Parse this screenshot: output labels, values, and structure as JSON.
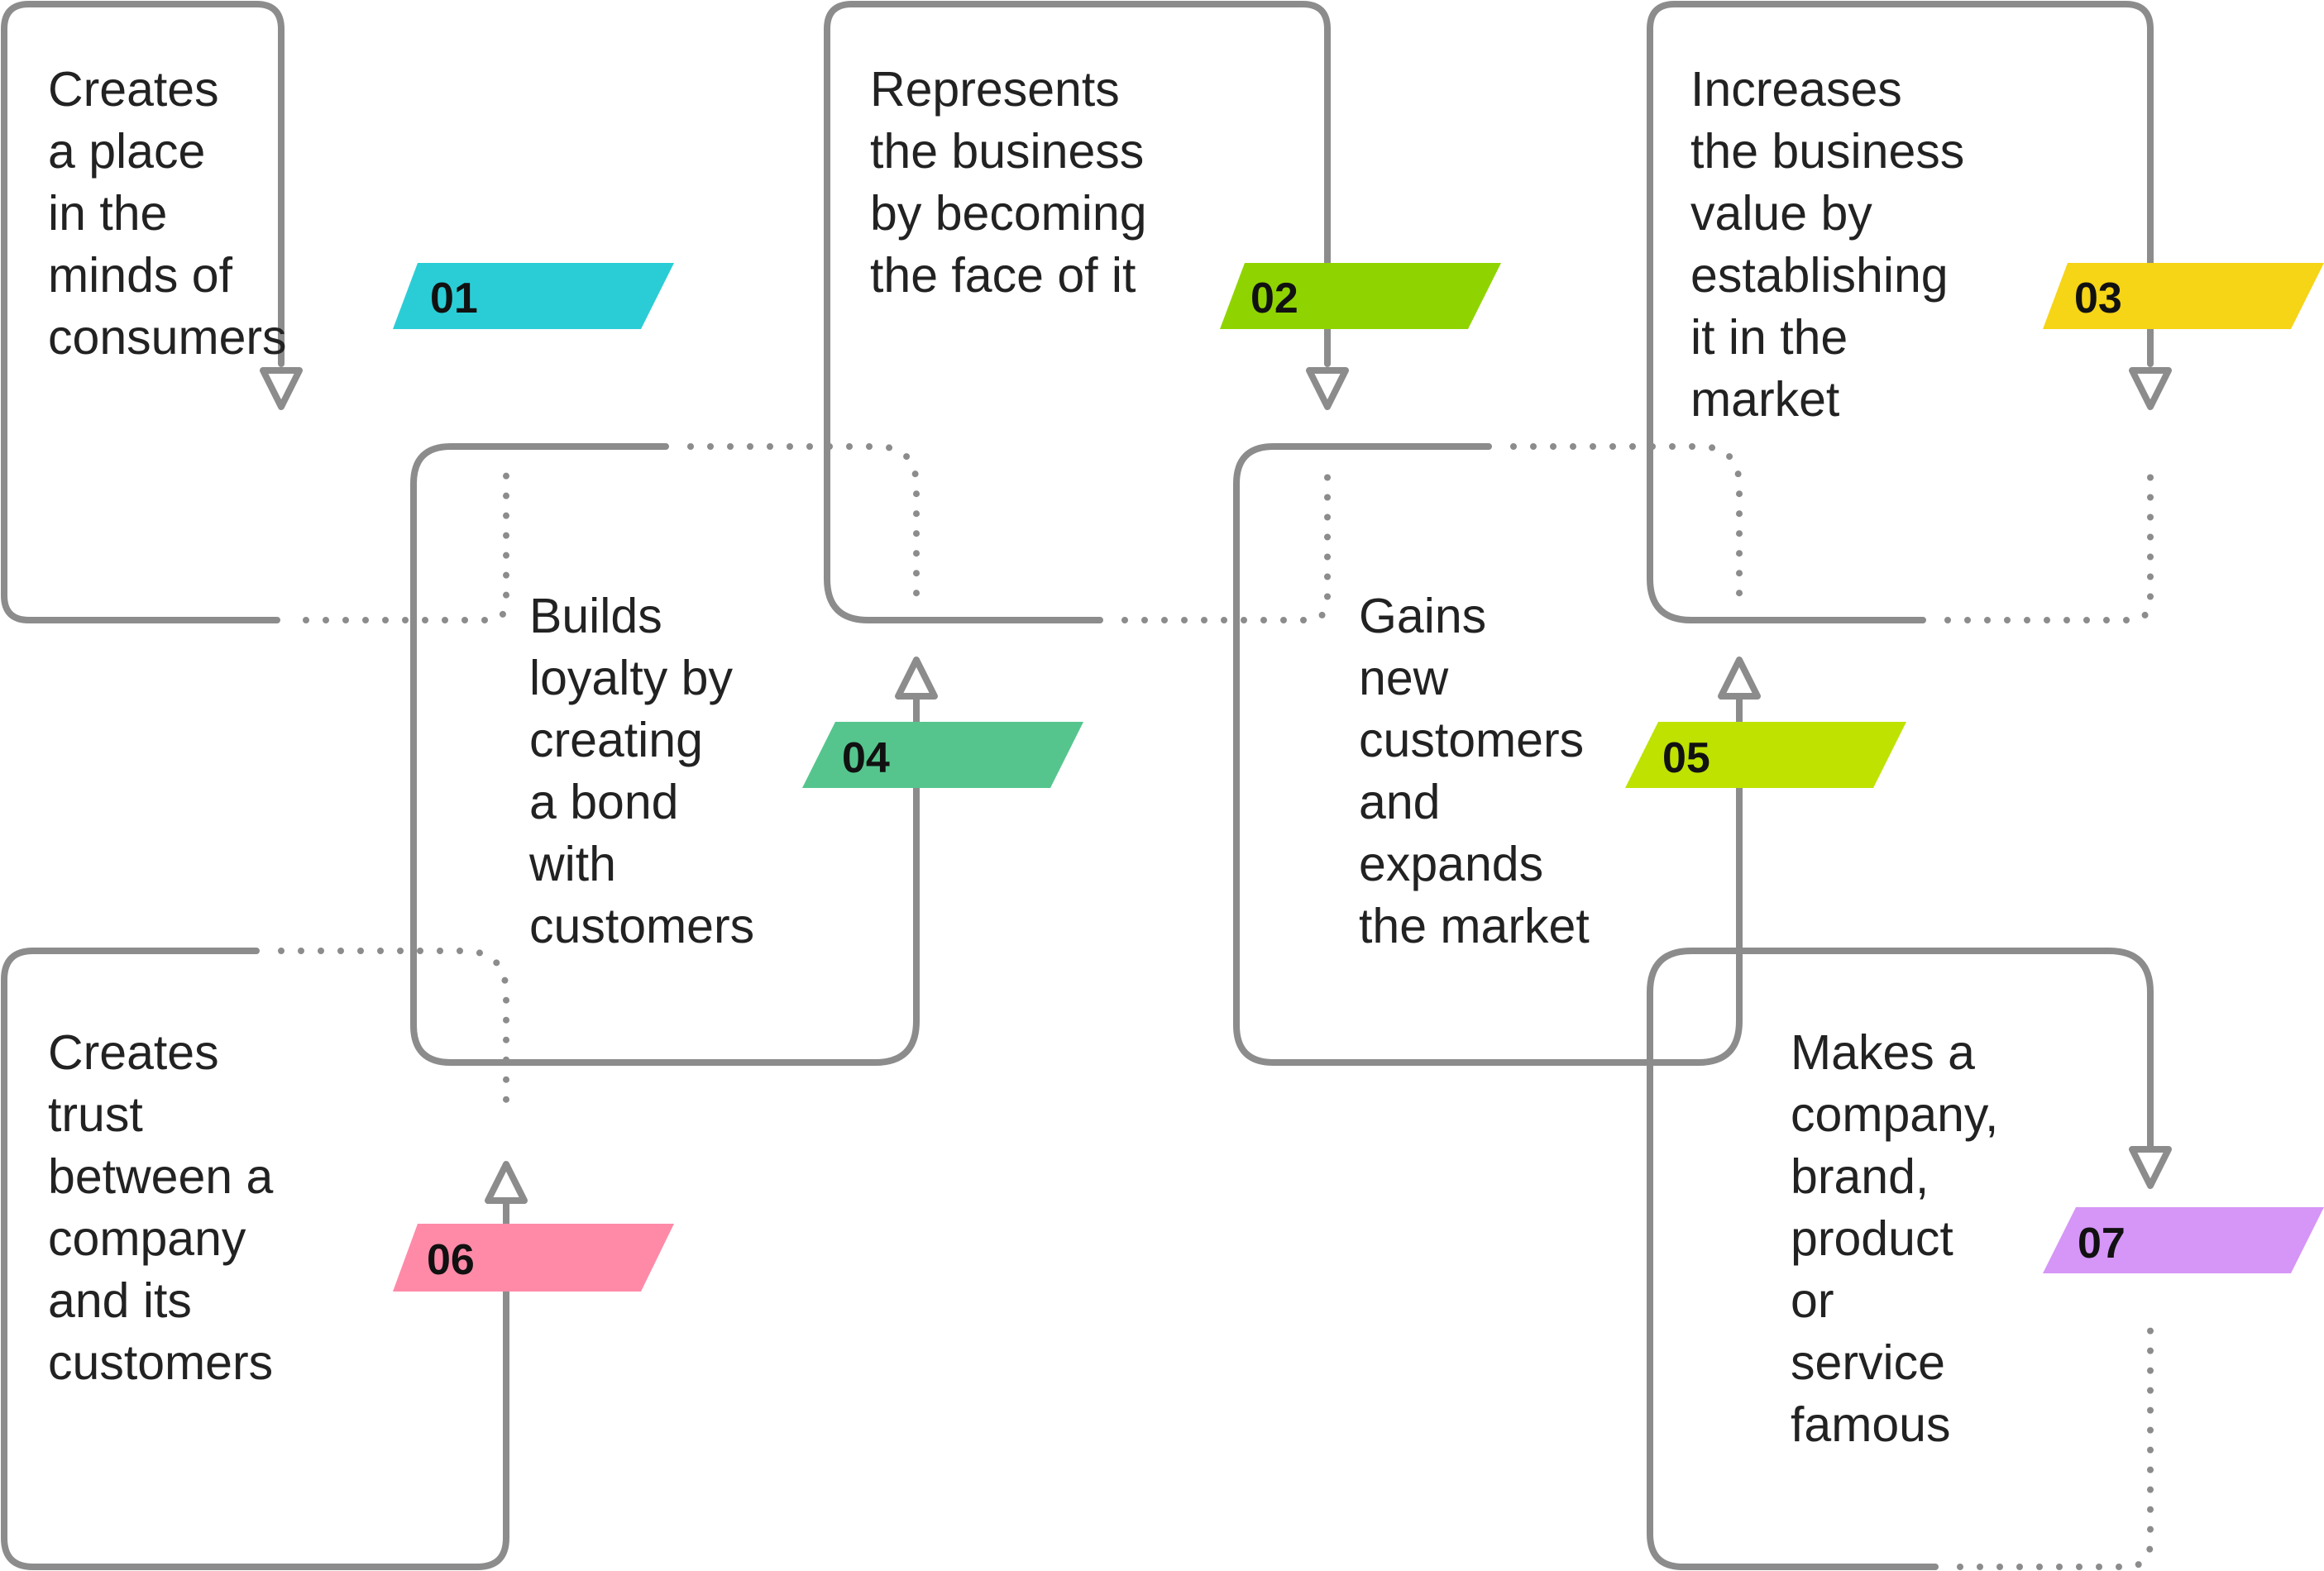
{
  "diagram": {
    "steps": [
      {
        "id": "01",
        "label": "01",
        "color": "#2acdd6",
        "text": [
          "Creates",
          "a place",
          "in the",
          "minds of",
          "consumers"
        ]
      },
      {
        "id": "02",
        "label": "02",
        "color": "#8fd400",
        "text": [
          "Represents",
          "the business",
          "by becoming",
          "the face of it"
        ]
      },
      {
        "id": "03",
        "label": "03",
        "color": "#f6d416",
        "text": [
          "Increases",
          "the business",
          "value by",
          "establishing",
          "it in the",
          "market"
        ]
      },
      {
        "id": "04",
        "label": "04",
        "color": "#55c58d",
        "text": [
          "Builds",
          "loyalty by",
          "creating",
          "a bond",
          "with",
          "customers"
        ]
      },
      {
        "id": "05",
        "label": "05",
        "color": "#bfe200",
        "text": [
          "Gains",
          "new",
          "customers",
          "and",
          "expands",
          "the market"
        ]
      },
      {
        "id": "06",
        "label": "06",
        "color": "#ff8aa8",
        "text": [
          "Creates",
          "trust",
          "between a",
          "company",
          "and its",
          "customers"
        ]
      },
      {
        "id": "07",
        "label": "07",
        "color": "#d596f7",
        "text": [
          "Makes a",
          "company,",
          "brand,",
          "product",
          "or",
          "service",
          "famous"
        ]
      }
    ]
  }
}
